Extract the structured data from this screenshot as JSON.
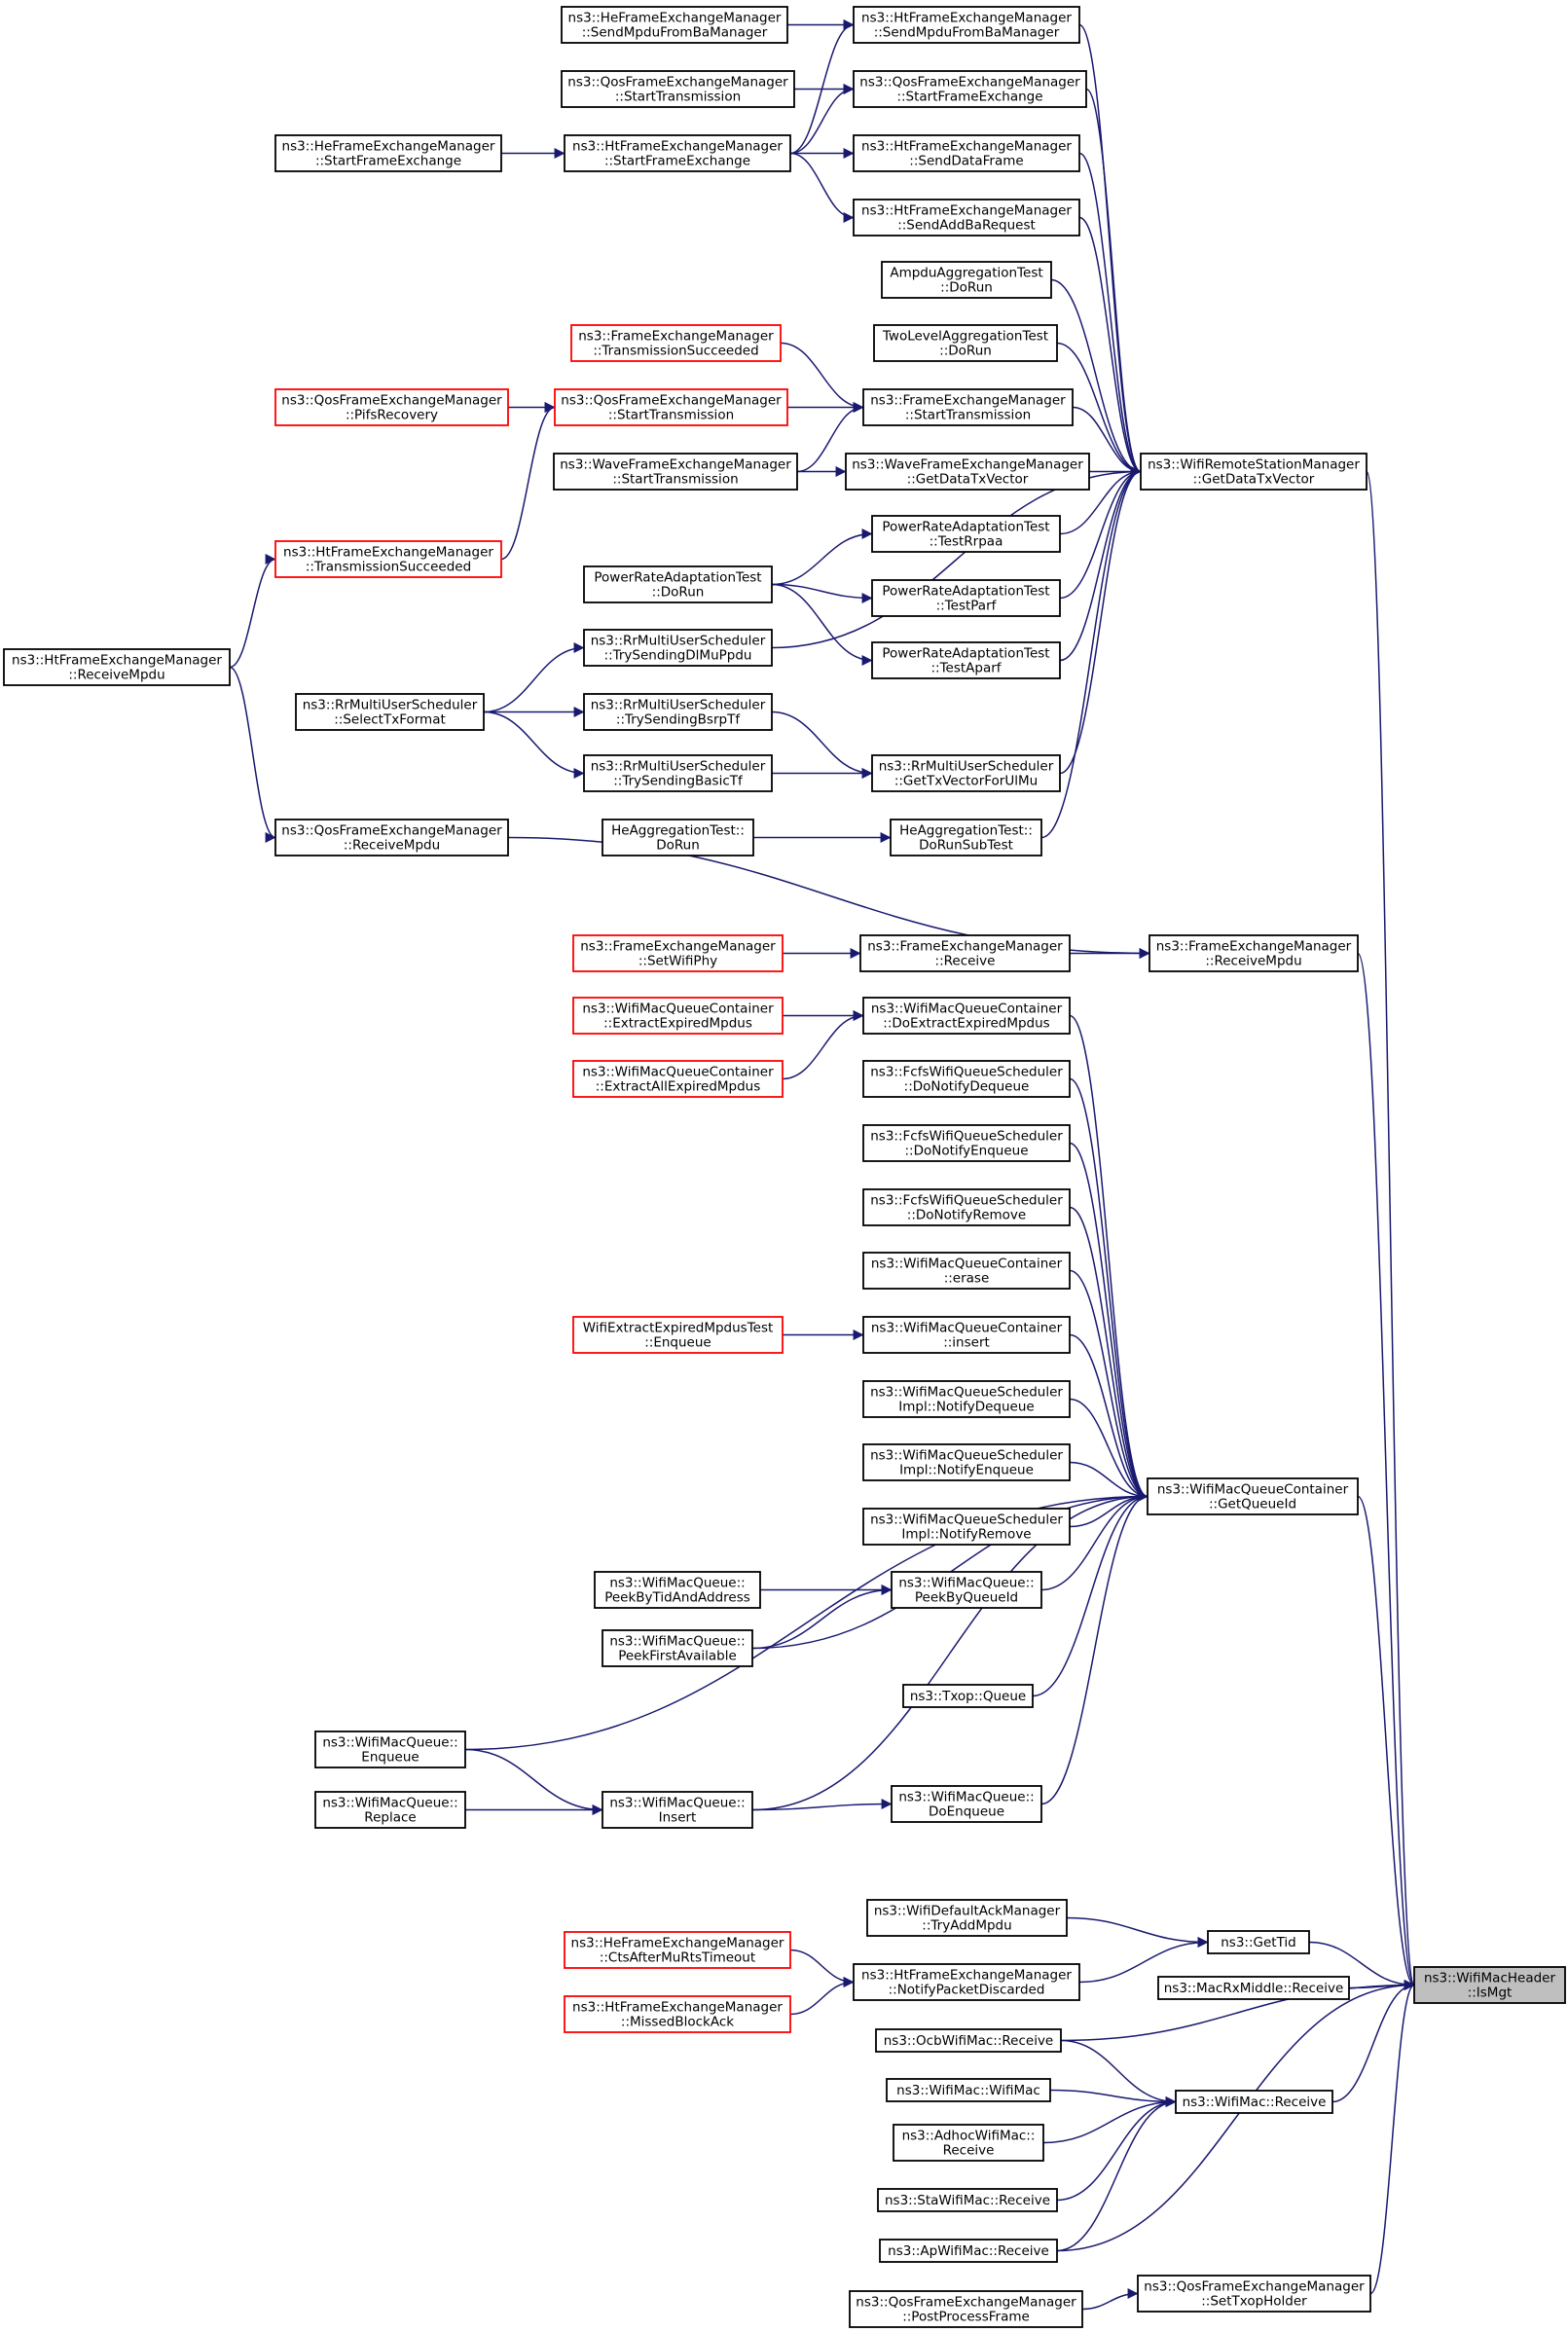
{
  "graph": {
    "colors": {
      "edge": "#191970",
      "node_border_complete": "#000000",
      "node_border_truncated": "#ff0000",
      "highlight_fill": "#bfbfbf"
    },
    "nodes": [
      {
        "id": "IsMgt",
        "lines": [
          "ns3::WifiMacHeader",
          "::IsMgt"
        ],
        "style": "highlight"
      },
      {
        "id": "GetDataTxVector",
        "lines": [
          "ns3::WifiRemoteStationManager",
          "::GetDataTxVector"
        ],
        "style": "normal"
      },
      {
        "id": "GetQueueId",
        "lines": [
          "ns3::WifiMacQueueContainer",
          "::GetQueueId"
        ],
        "style": "normal"
      },
      {
        "id": "FEM_ReceiveMpdu",
        "lines": [
          "ns3::FrameExchangeManager",
          "::ReceiveMpdu"
        ],
        "style": "normal"
      },
      {
        "id": "GetTid",
        "lines": [
          "ns3::GetTid"
        ],
        "style": "normal"
      },
      {
        "id": "MacRxMiddle",
        "lines": [
          "ns3::MacRxMiddle::Receive"
        ],
        "style": "normal"
      },
      {
        "id": "OcbReceive",
        "lines": [
          "ns3::OcbWifiMac::Receive"
        ],
        "style": "normal"
      },
      {
        "id": "WifiMacReceive",
        "lines": [
          "ns3::WifiMac::Receive"
        ],
        "style": "normal"
      },
      {
        "id": "SetTxopHolder",
        "lines": [
          "ns3::QosFrameExchangeManager",
          "::SetTxopHolder"
        ],
        "style": "normal"
      },
      {
        "id": "ApReceive",
        "lines": [
          "ns3::ApWifiMac::Receive"
        ],
        "style": "normal"
      },
      {
        "id": "HT_SendMpduFromBa",
        "lines": [
          "ns3::HtFrameExchangeManager",
          "::SendMpduFromBaManager"
        ],
        "style": "normal"
      },
      {
        "id": "QOS_StartFrameExchange",
        "lines": [
          "ns3::QosFrameExchangeManager",
          "::StartFrameExchange"
        ],
        "style": "normal"
      },
      {
        "id": "HT_SendDataFrame",
        "lines": [
          "ns3::HtFrameExchangeManager",
          "::SendDataFrame"
        ],
        "style": "normal"
      },
      {
        "id": "HT_SendAddBaRequest",
        "lines": [
          "ns3::HtFrameExchangeManager",
          "::SendAddBaRequest"
        ],
        "style": "normal"
      },
      {
        "id": "AmpduTest",
        "lines": [
          "AmpduAggregationTest",
          "::DoRun"
        ],
        "style": "normal"
      },
      {
        "id": "TwoLevelTest",
        "lines": [
          "TwoLevelAggregationTest",
          "::DoRun"
        ],
        "style": "normal"
      },
      {
        "id": "FEM_StartTransmission",
        "lines": [
          "ns3::FrameExchangeManager",
          "::StartTransmission"
        ],
        "style": "normal"
      },
      {
        "id": "WAVE_GetDataTxVector",
        "lines": [
          "ns3::WaveFrameExchangeManager",
          "::GetDataTxVector"
        ],
        "style": "normal"
      },
      {
        "id": "PRA_TestRrpaa",
        "lines": [
          "PowerRateAdaptationTest",
          "::TestRrpaa"
        ],
        "style": "normal"
      },
      {
        "id": "PRA_TestParf",
        "lines": [
          "PowerRateAdaptationTest",
          "::TestParf"
        ],
        "style": "normal"
      },
      {
        "id": "PRA_TestAparf",
        "lines": [
          "PowerRateAdaptationTest",
          "::TestAparf"
        ],
        "style": "normal"
      },
      {
        "id": "RR_GetTxVectorForUlMu",
        "lines": [
          "ns3::RrMultiUserScheduler",
          "::GetTxVectorForUlMu"
        ],
        "style": "normal"
      },
      {
        "id": "HeAgg_DoRunSubTest",
        "lines": [
          "HeAggregationTest::",
          "DoRunSubTest"
        ],
        "style": "normal"
      },
      {
        "id": "HE_SendMpduFromBa",
        "lines": [
          "ns3::HeFrameExchangeManager",
          "::SendMpduFromBaManager"
        ],
        "style": "normal"
      },
      {
        "id": "QOS_StartTransmission_black",
        "lines": [
          "ns3::QosFrameExchangeManager",
          "::StartTransmission"
        ],
        "style": "normal"
      },
      {
        "id": "HT_StartFrameExchange",
        "lines": [
          "ns3::HtFrameExchangeManager",
          "::StartFrameExchange"
        ],
        "style": "normal"
      },
      {
        "id": "HE_StartFrameExchange",
        "lines": [
          "ns3::HeFrameExchangeManager",
          "::StartFrameExchange"
        ],
        "style": "normal"
      },
      {
        "id": "FEM_TransmissionSucceeded",
        "lines": [
          "ns3::FrameExchangeManager",
          "::TransmissionSucceeded"
        ],
        "style": "truncated"
      },
      {
        "id": "QOS_StartTransmission_red",
        "lines": [
          "ns3::QosFrameExchangeManager",
          "::StartTransmission"
        ],
        "style": "truncated"
      },
      {
        "id": "QOS_PifsRecovery",
        "lines": [
          "ns3::QosFrameExchangeManager",
          "::PifsRecovery"
        ],
        "style": "truncated"
      },
      {
        "id": "WAVE_StartTransmission",
        "lines": [
          "ns3::WaveFrameExchangeManager",
          "::StartTransmission"
        ],
        "style": "normal"
      },
      {
        "id": "HT_TransmissionSucceeded",
        "lines": [
          "ns3::HtFrameExchangeManager",
          "::TransmissionSucceeded"
        ],
        "style": "truncated"
      },
      {
        "id": "HT_ReceiveMpdu",
        "lines": [
          "ns3::HtFrameExchangeManager",
          "::ReceiveMpdu"
        ],
        "style": "normal"
      },
      {
        "id": "PRA_DoRun",
        "lines": [
          "PowerRateAdaptationTest",
          "::DoRun"
        ],
        "style": "normal"
      },
      {
        "id": "RR_TrySendingDlMuPpdu",
        "lines": [
          "ns3::RrMultiUserScheduler",
          "::TrySendingDlMuPpdu"
        ],
        "style": "normal"
      },
      {
        "id": "RR_SelectTxFormat",
        "lines": [
          "ns3::RrMultiUserScheduler",
          "::SelectTxFormat"
        ],
        "style": "normal"
      },
      {
        "id": "RR_TrySendingBsrpTf",
        "lines": [
          "ns3::RrMultiUserScheduler",
          "::TrySendingBsrpTf"
        ],
        "style": "normal"
      },
      {
        "id": "RR_TrySendingBasicTf",
        "lines": [
          "ns3::RrMultiUserScheduler",
          "::TrySendingBasicTf"
        ],
        "style": "normal"
      },
      {
        "id": "HeAgg_DoRun",
        "lines": [
          "HeAggregationTest::",
          "DoRun"
        ],
        "style": "normal"
      },
      {
        "id": "QOS_ReceiveMpdu",
        "lines": [
          "ns3::QosFrameExchangeManager",
          "::ReceiveMpdu"
        ],
        "style": "normal"
      },
      {
        "id": "FEM_Receive",
        "lines": [
          "ns3::FrameExchangeManager",
          "::Receive"
        ],
        "style": "normal"
      },
      {
        "id": "FEM_SetWifiPhy",
        "lines": [
          "ns3::FrameExchangeManager",
          "::SetWifiPhy"
        ],
        "style": "truncated"
      },
      {
        "id": "WMQC_DoExtractExpiredMpdus",
        "lines": [
          "ns3::WifiMacQueueContainer",
          "::DoExtractExpiredMpdus"
        ],
        "style": "normal"
      },
      {
        "id": "WMQC_ExtractExpiredMpdus",
        "lines": [
          "ns3::WifiMacQueueContainer",
          "::ExtractExpiredMpdus"
        ],
        "style": "truncated"
      },
      {
        "id": "WMQC_ExtractAllExpiredMpdus",
        "lines": [
          "ns3::WifiMacQueueContainer",
          "::ExtractAllExpiredMpdus"
        ],
        "style": "truncated"
      },
      {
        "id": "FCFS_DoNotifyDequeue",
        "lines": [
          "ns3::FcfsWifiQueueScheduler",
          "::DoNotifyDequeue"
        ],
        "style": "normal"
      },
      {
        "id": "FCFS_DoNotifyEnqueue",
        "lines": [
          "ns3::FcfsWifiQueueScheduler",
          "::DoNotifyEnqueue"
        ],
        "style": "normal"
      },
      {
        "id": "FCFS_DoNotifyRemove",
        "lines": [
          "ns3::FcfsWifiQueueScheduler",
          "::DoNotifyRemove"
        ],
        "style": "normal"
      },
      {
        "id": "WMQC_erase",
        "lines": [
          "ns3::WifiMacQueueContainer",
          "::erase"
        ],
        "style": "normal"
      },
      {
        "id": "WMQC_insert",
        "lines": [
          "ns3::WifiMacQueueContainer",
          "::insert"
        ],
        "style": "normal"
      },
      {
        "id": "WEEMT_Enqueue",
        "lines": [
          "WifiExtractExpiredMpdusTest",
          "::Enqueue"
        ],
        "style": "truncated"
      },
      {
        "id": "WMQS_NotifyDequeue",
        "lines": [
          "ns3::WifiMacQueueScheduler",
          "Impl::NotifyDequeue"
        ],
        "style": "normal"
      },
      {
        "id": "WMQS_NotifyEnqueue",
        "lines": [
          "ns3::WifiMacQueueScheduler",
          "Impl::NotifyEnqueue"
        ],
        "style": "normal"
      },
      {
        "id": "WMQS_NotifyRemove",
        "lines": [
          "ns3::WifiMacQueueScheduler",
          "Impl::NotifyRemove"
        ],
        "style": "normal"
      },
      {
        "id": "WMQ_PeekByQueueId",
        "lines": [
          "ns3::WifiMacQueue::",
          "PeekByQueueId"
        ],
        "style": "normal"
      },
      {
        "id": "WMQ_PeekByTidAndAddress",
        "lines": [
          "ns3::WifiMacQueue::",
          "PeekByTidAndAddress"
        ],
        "style": "normal"
      },
      {
        "id": "WMQ_PeekFirstAvailable",
        "lines": [
          "ns3::WifiMacQueue::",
          "PeekFirstAvailable"
        ],
        "style": "normal"
      },
      {
        "id": "Txop_Queue",
        "lines": [
          "ns3::Txop::Queue"
        ],
        "style": "normal"
      },
      {
        "id": "WMQ_Enqueue",
        "lines": [
          "ns3::WifiMacQueue::",
          "Enqueue"
        ],
        "style": "normal"
      },
      {
        "id": "WMQ_DoEnqueue",
        "lines": [
          "ns3::WifiMacQueue::",
          "DoEnqueue"
        ],
        "style": "normal"
      },
      {
        "id": "WMQ_Insert",
        "lines": [
          "ns3::WifiMacQueue::",
          "Insert"
        ],
        "style": "normal"
      },
      {
        "id": "WMQ_Replace",
        "lines": [
          "ns3::WifiMacQueue::",
          "Replace"
        ],
        "style": "normal"
      },
      {
        "id": "WDAM_TryAddMpdu",
        "lines": [
          "ns3::WifiDefaultAckManager",
          "::TryAddMpdu"
        ],
        "style": "normal"
      },
      {
        "id": "HT_NotifyPacketDiscarded",
        "lines": [
          "ns3::HtFrameExchangeManager",
          "::NotifyPacketDiscarded"
        ],
        "style": "normal"
      },
      {
        "id": "HE_CtsAfterMuRtsTimeout",
        "lines": [
          "ns3::HeFrameExchangeManager",
          "::CtsAfterMuRtsTimeout"
        ],
        "style": "truncated"
      },
      {
        "id": "HT_MissedBlockAck",
        "lines": [
          "ns3::HtFrameExchangeManager",
          "::MissedBlockAck"
        ],
        "style": "truncated"
      },
      {
        "id": "WifiMac_WifiMac",
        "lines": [
          "ns3::WifiMac::WifiMac"
        ],
        "style": "normal"
      },
      {
        "id": "AdhocReceive",
        "lines": [
          "ns3::AdhocWifiMac::",
          "Receive"
        ],
        "style": "normal"
      },
      {
        "id": "StaReceive",
        "lines": [
          "ns3::StaWifiMac::Receive"
        ],
        "style": "normal"
      },
      {
        "id": "QOS_PostProcessFrame",
        "lines": [
          "ns3::QosFrameExchangeManager",
          "::PostProcessFrame"
        ],
        "style": "normal"
      }
    ],
    "edges": [
      {
        "from": "GetDataTxVector",
        "to": "IsMgt"
      },
      {
        "from": "GetQueueId",
        "to": "IsMgt"
      },
      {
        "from": "FEM_ReceiveMpdu",
        "to": "IsMgt"
      },
      {
        "from": "GetTid",
        "to": "IsMgt"
      },
      {
        "from": "MacRxMiddle",
        "to": "IsMgt"
      },
      {
        "from": "OcbReceive",
        "to": "IsMgt"
      },
      {
        "from": "WifiMacReceive",
        "to": "IsMgt"
      },
      {
        "from": "SetTxopHolder",
        "to": "IsMgt"
      },
      {
        "from": "ApReceive",
        "to": "IsMgt"
      },
      {
        "from": "HT_SendMpduFromBa",
        "to": "GetDataTxVector"
      },
      {
        "from": "QOS_StartFrameExchange",
        "to": "GetDataTxVector"
      },
      {
        "from": "HT_SendDataFrame",
        "to": "GetDataTxVector"
      },
      {
        "from": "HT_SendAddBaRequest",
        "to": "GetDataTxVector"
      },
      {
        "from": "AmpduTest",
        "to": "GetDataTxVector"
      },
      {
        "from": "TwoLevelTest",
        "to": "GetDataTxVector"
      },
      {
        "from": "FEM_StartTransmission",
        "to": "GetDataTxVector"
      },
      {
        "from": "WAVE_GetDataTxVector",
        "to": "GetDataTxVector"
      },
      {
        "from": "PRA_TestRrpaa",
        "to": "GetDataTxVector"
      },
      {
        "from": "PRA_TestParf",
        "to": "GetDataTxVector"
      },
      {
        "from": "PRA_TestAparf",
        "to": "GetDataTxVector"
      },
      {
        "from": "RR_TrySendingDlMuPpdu",
        "to": "GetDataTxVector"
      },
      {
        "from": "RR_GetTxVectorForUlMu",
        "to": "GetDataTxVector"
      },
      {
        "from": "HeAgg_DoRunSubTest",
        "to": "GetDataTxVector"
      },
      {
        "from": "HE_SendMpduFromBa",
        "to": "HT_SendMpduFromBa"
      },
      {
        "from": "HT_StartFrameExchange",
        "to": "HT_SendMpduFromBa"
      },
      {
        "from": "QOS_StartTransmission_black",
        "to": "QOS_StartFrameExchange"
      },
      {
        "from": "HT_StartFrameExchange",
        "to": "QOS_StartFrameExchange"
      },
      {
        "from": "HT_StartFrameExchange",
        "to": "HT_SendDataFrame"
      },
      {
        "from": "HT_StartFrameExchange",
        "to": "HT_SendAddBaRequest"
      },
      {
        "from": "HE_StartFrameExchange",
        "to": "HT_StartFrameExchange"
      },
      {
        "from": "FEM_TransmissionSucceeded",
        "to": "FEM_StartTransmission"
      },
      {
        "from": "QOS_StartTransmission_red",
        "to": "FEM_StartTransmission"
      },
      {
        "from": "WAVE_StartTransmission",
        "to": "FEM_StartTransmission"
      },
      {
        "from": "QOS_PifsRecovery",
        "to": "QOS_StartTransmission_red"
      },
      {
        "from": "HT_TransmissionSucceeded",
        "to": "QOS_StartTransmission_red"
      },
      {
        "from": "HT_ReceiveMpdu",
        "to": "HT_TransmissionSucceeded"
      },
      {
        "from": "WAVE_StartTransmission",
        "to": "WAVE_GetDataTxVector"
      },
      {
        "from": "PRA_DoRun",
        "to": "PRA_TestRrpaa"
      },
      {
        "from": "PRA_DoRun",
        "to": "PRA_TestParf"
      },
      {
        "from": "PRA_DoRun",
        "to": "PRA_TestAparf"
      },
      {
        "from": "RR_SelectTxFormat",
        "to": "RR_TrySendingDlMuPpdu"
      },
      {
        "from": "RR_SelectTxFormat",
        "to": "RR_TrySendingBsrpTf"
      },
      {
        "from": "RR_SelectTxFormat",
        "to": "RR_TrySendingBasicTf"
      },
      {
        "from": "RR_TrySendingBsrpTf",
        "to": "RR_GetTxVectorForUlMu"
      },
      {
        "from": "RR_TrySendingBasicTf",
        "to": "RR_GetTxVectorForUlMu"
      },
      {
        "from": "HeAgg_DoRun",
        "to": "HeAgg_DoRunSubTest"
      },
      {
        "from": "HT_ReceiveMpdu",
        "to": "QOS_ReceiveMpdu"
      },
      {
        "from": "QOS_ReceiveMpdu",
        "to": "FEM_ReceiveMpdu"
      },
      {
        "from": "FEM_Receive",
        "to": "FEM_ReceiveMpdu"
      },
      {
        "from": "FEM_SetWifiPhy",
        "to": "FEM_Receive"
      },
      {
        "from": "WMQC_DoExtractExpiredMpdus",
        "to": "GetQueueId"
      },
      {
        "from": "FCFS_DoNotifyDequeue",
        "to": "GetQueueId"
      },
      {
        "from": "FCFS_DoNotifyEnqueue",
        "to": "GetQueueId"
      },
      {
        "from": "FCFS_DoNotifyRemove",
        "to": "GetQueueId"
      },
      {
        "from": "WMQC_erase",
        "to": "GetQueueId"
      },
      {
        "from": "WMQC_insert",
        "to": "GetQueueId"
      },
      {
        "from": "WMQS_NotifyDequeue",
        "to": "GetQueueId"
      },
      {
        "from": "WMQS_NotifyEnqueue",
        "to": "GetQueueId"
      },
      {
        "from": "WMQS_NotifyRemove",
        "to": "GetQueueId"
      },
      {
        "from": "WMQ_PeekByQueueId",
        "to": "GetQueueId"
      },
      {
        "from": "WMQ_PeekFirstAvailable",
        "to": "GetQueueId"
      },
      {
        "from": "Txop_Queue",
        "to": "GetQueueId"
      },
      {
        "from": "WMQ_Enqueue",
        "to": "GetQueueId"
      },
      {
        "from": "WMQ_DoEnqueue",
        "to": "GetQueueId"
      },
      {
        "from": "WMQ_Insert",
        "to": "GetQueueId"
      },
      {
        "from": "WMQC_ExtractExpiredMpdus",
        "to": "WMQC_DoExtractExpiredMpdus"
      },
      {
        "from": "WMQC_ExtractAllExpiredMpdus",
        "to": "WMQC_DoExtractExpiredMpdus"
      },
      {
        "from": "WEEMT_Enqueue",
        "to": "WMQC_insert"
      },
      {
        "from": "WMQ_PeekByTidAndAddress",
        "to": "WMQ_PeekByQueueId"
      },
      {
        "from": "WMQ_PeekFirstAvailable",
        "to": "WMQ_PeekByQueueId"
      },
      {
        "from": "WMQ_Insert",
        "to": "WMQ_DoEnqueue"
      },
      {
        "from": "WMQ_Enqueue",
        "to": "WMQ_Insert"
      },
      {
        "from": "WMQ_Replace",
        "to": "WMQ_Insert"
      },
      {
        "from": "WDAM_TryAddMpdu",
        "to": "GetTid"
      },
      {
        "from": "HT_NotifyPacketDiscarded",
        "to": "GetTid"
      },
      {
        "from": "HE_CtsAfterMuRtsTimeout",
        "to": "HT_NotifyPacketDiscarded"
      },
      {
        "from": "HT_MissedBlockAck",
        "to": "HT_NotifyPacketDiscarded"
      },
      {
        "from": "OcbReceive",
        "to": "WifiMacReceive"
      },
      {
        "from": "WifiMac_WifiMac",
        "to": "WifiMacReceive"
      },
      {
        "from": "AdhocReceive",
        "to": "WifiMacReceive"
      },
      {
        "from": "StaReceive",
        "to": "WifiMacReceive"
      },
      {
        "from": "ApReceive",
        "to": "WifiMacReceive"
      },
      {
        "from": "QOS_PostProcessFrame",
        "to": "SetTxopHolder"
      }
    ]
  }
}
